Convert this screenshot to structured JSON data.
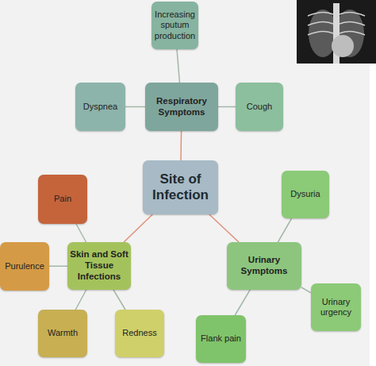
{
  "diagram": {
    "nodes": [
      {
        "text": [
          "Increasing sputum production"
        ]
      },
      {
        "text": [
          "Dyspnea"
        ]
      },
      {
        "text": [
          "Respiratory Symptoms"
        ]
      },
      {
        "text": [
          "Cough"
        ]
      },
      {
        "text": [
          "Site of Infection"
        ]
      },
      {
        "text": [
          "Pain"
        ]
      },
      {
        "text": [
          "Dysuria"
        ]
      },
      {
        "text": [
          "Purulence"
        ]
      },
      {
        "text": [
          "Skin and Soft Tissue Infections"
        ]
      },
      {
        "text": [
          "Urinary Symptoms"
        ]
      },
      {
        "text": [
          "Urinary urgency"
        ]
      },
      {
        "text": [
          "Warmth"
        ]
      },
      {
        "text": [
          "Redness"
        ]
      },
      {
        "text": [
          "Flank pain"
        ]
      }
    ],
    "edges": [
      {
        "from": 4,
        "to": 2,
        "arrow": "none"
      },
      {
        "from": 4,
        "to": 8,
        "arrow": "none"
      },
      {
        "from": 4,
        "to": 9,
        "arrow": "none"
      },
      {
        "from": 2,
        "to": 0,
        "arrow": "none"
      },
      {
        "from": 2,
        "to": 1,
        "arrow": "none"
      },
      {
        "from": 2,
        "to": 3,
        "arrow": "none"
      },
      {
        "from": 8,
        "to": 5,
        "arrow": "none"
      },
      {
        "from": 8,
        "to": 7,
        "arrow": "none"
      },
      {
        "from": 8,
        "to": 11,
        "arrow": "none"
      },
      {
        "from": 8,
        "to": 12,
        "arrow": "none"
      },
      {
        "from": 9,
        "to": 6,
        "arrow": "none"
      },
      {
        "from": 9,
        "to": 10,
        "arrow": "none"
      },
      {
        "from": 9,
        "to": 13,
        "arrow": "none"
      }
    ]
  }
}
